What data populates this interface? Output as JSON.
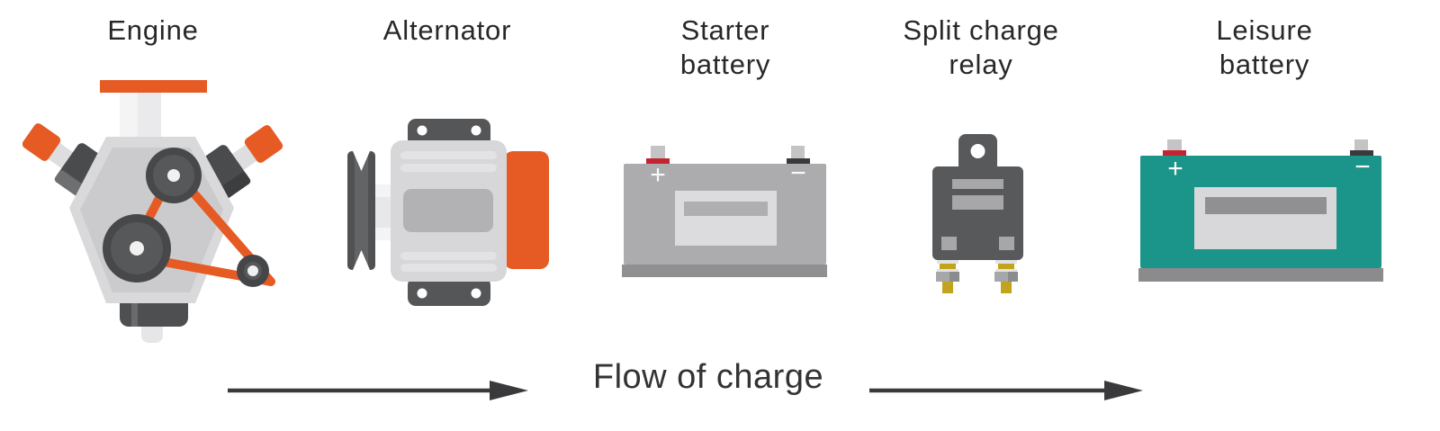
{
  "components": [
    {
      "name": "engine",
      "lines": [
        "Engine"
      ]
    },
    {
      "name": "alternator",
      "lines": [
        "Alternator"
      ]
    },
    {
      "name": "starter-battery",
      "lines": [
        "Starter",
        "battery"
      ],
      "positive": "+",
      "negative": "−"
    },
    {
      "name": "split-charge-relay",
      "lines": [
        "Split charge",
        "relay"
      ]
    },
    {
      "name": "leisure-battery",
      "lines": [
        "Leisure",
        "battery"
      ],
      "positive": "+",
      "negative": "−"
    }
  ],
  "flow": {
    "label": "Flow of charge"
  },
  "colors": {
    "accent_orange": "#E65A24",
    "terminal_red": "#C32430",
    "leisure_teal": "#1B9589",
    "dark_gray": "#545557",
    "arrow_dark": "#3A3A3C",
    "bolt_gold": "#C2A31D"
  }
}
